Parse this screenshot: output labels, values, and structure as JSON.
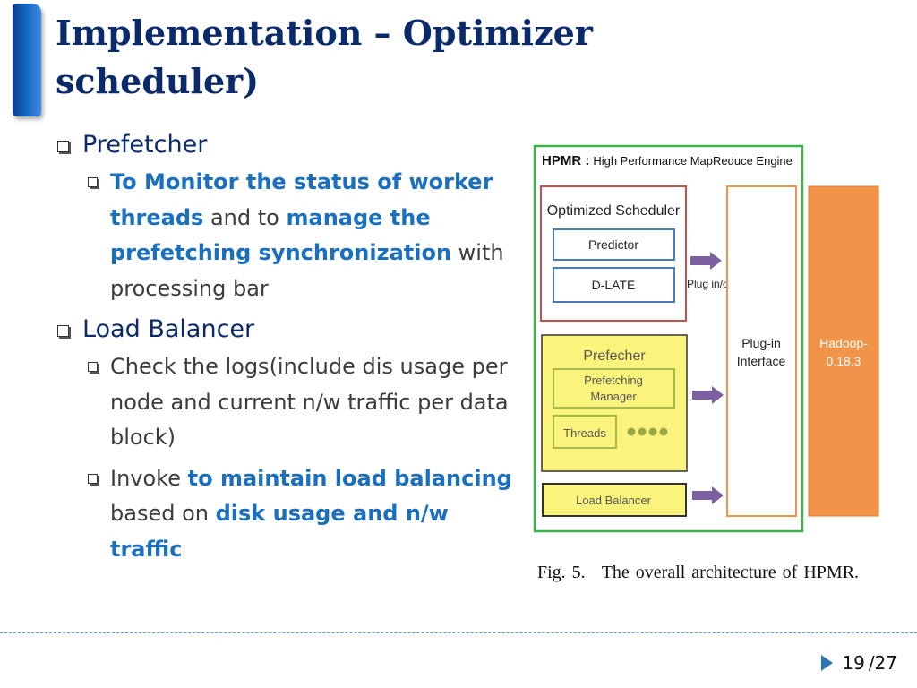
{
  "slide": {
    "title": "Implementation – Optimizer scheduler)",
    "sections": [
      {
        "heading": "Prefetcher",
        "items": [
          {
            "segments": [
              {
                "text": "To Monitor the status of worker threads",
                "style": "hl"
              },
              {
                "text": " and to ",
                "style": "plain"
              },
              {
                "text": "manage the prefetching synchronization",
                "style": "hl"
              },
              {
                "text": " with processing bar",
                "style": "plain"
              }
            ]
          }
        ]
      },
      {
        "heading": "Load Balancer",
        "items": [
          {
            "segments": [
              {
                "text": "Check the logs(include dis usage per node and current n/w traffic per data block)",
                "style": "plain"
              }
            ]
          },
          {
            "segments": [
              {
                "text": "Invoke ",
                "style": "plain"
              },
              {
                "text": "to maintain load balancing",
                "style": "hl"
              },
              {
                "text": " based on ",
                "style": "plain"
              },
              {
                "text": "disk usage and n/w traffic",
                "style": "hl"
              }
            ]
          }
        ]
      }
    ]
  },
  "figure": {
    "header_bold": "HPMR :",
    "header_rest": "High Performance MapReduce Engine",
    "optimized_scheduler": "Optimized Scheduler",
    "predictor": "Predictor",
    "dlate": "D-LATE",
    "plug_inout": "Plug in/out",
    "prefecher": "Prefecher",
    "prefetching_manager_1": "Prefetching",
    "prefetching_manager_2": "Manager",
    "threads": "Threads",
    "load_balancer": "Load Balancer",
    "plugin_interface_1": "Plug-in",
    "plugin_interface_2": "Interface",
    "hadoop_1": "Hadoop-",
    "hadoop_2": "0.18.3",
    "caption_num": "Fig. 5.",
    "caption_text": "The overall architecture of HPMR."
  },
  "footer": {
    "page": "19",
    "total": "/27"
  },
  "colors": {
    "title": "#0b2a6b",
    "highlight": "#1b6fbf",
    "hadoop": "#f0944a",
    "green_border": "#3cb44b",
    "red_border": "#c0504d"
  }
}
